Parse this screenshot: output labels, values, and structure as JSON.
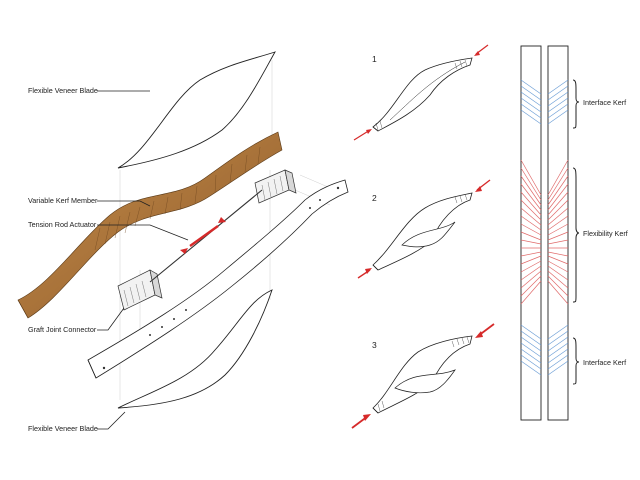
{
  "labels": {
    "veneer_top": "Flexible Veneer Blade",
    "kerf_member": "Variable Kerf Member",
    "tension_rod": "Tension Rod Actuator",
    "graft_joint": "Graft Joint Connector",
    "veneer_bottom": "Flexible Veneer Blade"
  },
  "steps": [
    "1",
    "2",
    "3"
  ],
  "kerf_zones": {
    "top": "Interface Kerf",
    "middle": "Flexibility Kerf",
    "bottom": "Interface Kerf"
  },
  "colors": {
    "wood": "#b07a3c",
    "wood_dark": "#7a4f22",
    "interface_kerf": "#6e9fd6",
    "flexibility_kerf": "#e06a6a",
    "arrow": "#d62a2a",
    "line": "#222222"
  }
}
